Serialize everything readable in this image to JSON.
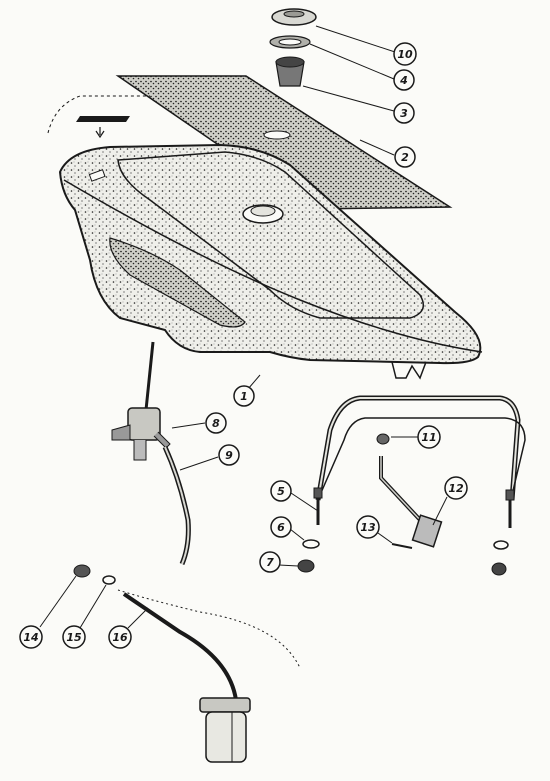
{
  "callouts": [
    {
      "id": "c10",
      "label": "10"
    },
    {
      "id": "c4",
      "label": "4"
    },
    {
      "id": "c3",
      "label": "3"
    },
    {
      "id": "c2",
      "label": "2"
    },
    {
      "id": "c1",
      "label": "1"
    },
    {
      "id": "c8",
      "label": "8"
    },
    {
      "id": "c9",
      "label": "9"
    },
    {
      "id": "c11",
      "label": "11"
    },
    {
      "id": "c12",
      "label": "12"
    },
    {
      "id": "c5",
      "label": "5"
    },
    {
      "id": "c6",
      "label": "6"
    },
    {
      "id": "c13",
      "label": "13"
    },
    {
      "id": "c7",
      "label": "7"
    },
    {
      "id": "c14",
      "label": "14"
    },
    {
      "id": "c15",
      "label": "15"
    },
    {
      "id": "c16",
      "label": "16"
    }
  ],
  "colors": {
    "ink": "#1a1a1a",
    "paper": "#fbfbf8",
    "fill": "#d8d8d2"
  }
}
